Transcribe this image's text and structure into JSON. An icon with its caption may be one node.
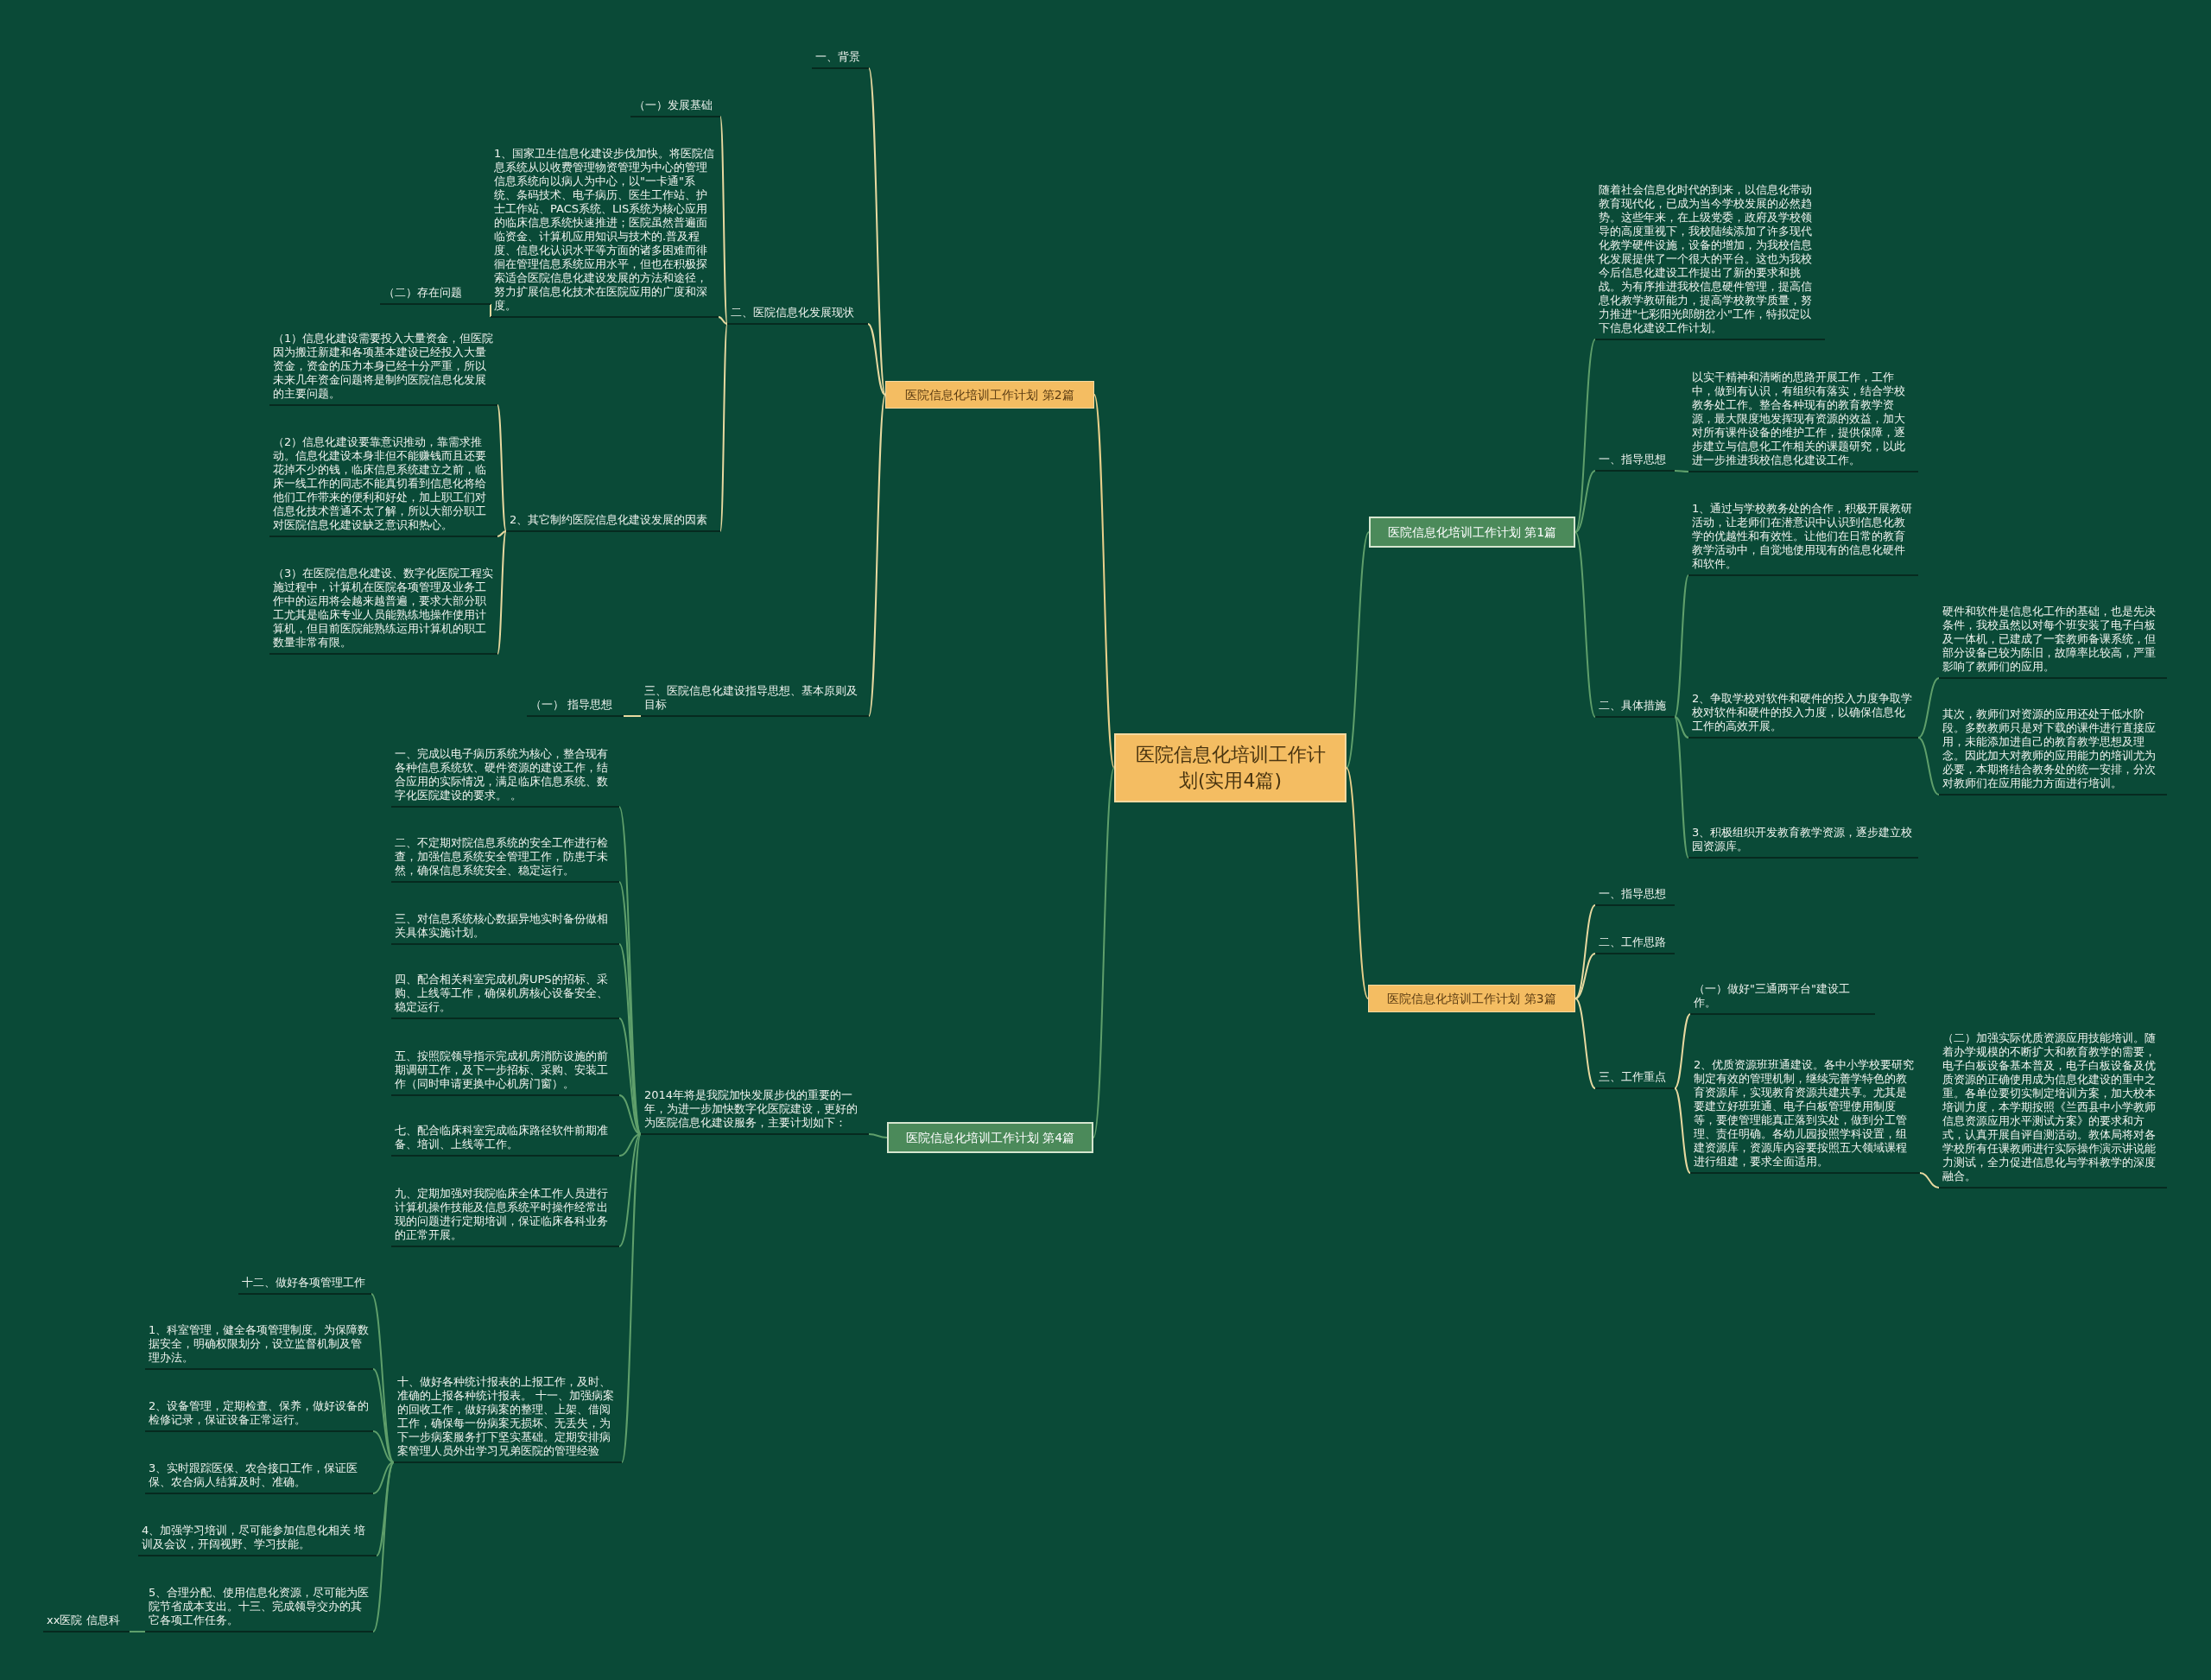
{
  "diagram": {
    "nodes": [
      {
        "text": [
          "医院信息化培训工作计划(实用4篇)"
        ]
      },
      {
        "text": [
          "医院信息化培训工作计划 第2篇"
        ]
      },
      {
        "text": [
          "一、背景"
        ]
      },
      {
        "text": [
          "二、医院信息化发展现状"
        ]
      },
      {
        "text": [
          "（一）发展基础"
        ]
      },
      {
        "text": [
          "1、国家卫生信息化建设步伐加快。将医院信息系统从以收费管理物资管理为中心的管理信息系统向以病人为中心，以\"一卡通\"系统、条码技术、电子病历、医生工作站、护士工作站、PACS系统、LIS系统为核心应用的临床信息系统快速推进；医院虽然普遍面临资金、计算机应用知识与技术的.普及程度、信息化认识水平等方面的诸多困难而徘徊在管理信息系统应用水平，但也在积极探索适合医院信息化建设发展的方法和途径，努力扩展信息化技术在医院应用的广度和深度。"
        ]
      },
      {
        "text": [
          "（二）存在问题"
        ]
      },
      {
        "text": [
          "2、其它制约医院信息化建设发展的因素"
        ]
      },
      {
        "text": [
          "（1）信息化建设需要投入大量资金，但医院因为搬迁新建和各项基本建设已经投入大量资金，资金的压力本身已经十分严重，所以未来几年资金问题将是制约医院信息化发展的主要问题。"
        ]
      },
      {
        "text": [
          "（2）信息化建设要靠意识推动，靠需求推动。信息化建设本身非但不能赚钱而且还要花掉不少的钱，临床信息系统建立之前，临床一线工作的同志不能真切看到信息化将给他们工作带来的便利和好处，加上职工们对信息化技术普通不太了解，所以大部分职工对医院信息化建设缺乏意识和热心。"
        ]
      },
      {
        "text": [
          "（3）在医院信息化建设、数字化医院工程实施过程中，计算机在医院各项管理及业务工作中的运用将会越来越普遍，要求大部分职工尤其是临床专业人员能熟练地操作使用计算机，但目前医院能熟练运用计算机的职工数量非常有限。"
        ]
      },
      {
        "text": [
          "三、医院信息化建设指导思想、基本原则及目标"
        ]
      },
      {
        "text": [
          "（一） 指导思想"
        ]
      },
      {
        "text": [
          "医院信息化培训工作计划 第4篇"
        ]
      },
      {
        "text": [
          "2014年将是我院加快发展步伐的重要的一年，为进一步加快数字化医院建设，更好的为医院信息化建设服务，主要计划如下："
        ]
      },
      {
        "text": [
          "一、完成以电子病历系统为核心，整合现有各种信息系统软、硬件资源的建设工作，结合应用的实际情况，满足临床信息系统、数字化医院建设的要求。 。"
        ]
      },
      {
        "text": [
          "二、不定期对院信息系统的安全工作进行检查，加强信息系统安全管理工作，防患于未然，确保信息系统安全、稳定运行。"
        ]
      },
      {
        "text": [
          "三、对信息系统核心数据异地实时备份做相关具体实施计划。"
        ]
      },
      {
        "text": [
          "四、配合相关科室完成机房UPS的招标、采购、上线等工作，确保机房核心设备安全、稳定运行。"
        ]
      },
      {
        "text": [
          "五、按照院领导指示完成机房消防设施的前期调研工作，及下一步招标、采购、安装工作（同时申请更换中心机房门窗）。"
        ]
      },
      {
        "text": [
          "七、配合临床科室完成临床路径软件前期准备、培训、上线等工作。"
        ]
      },
      {
        "text": [
          "九、定期加强对我院临床全体工作人员进行计算机操作技能及信息系统平时操作经常出现的问题进行定期培训，保证临床各科业务的正常开展。"
        ]
      },
      {
        "text": [
          "十、做好各种统计报表的上报工作，及时、准确的上报各种统计报表。 十一、加强病案的回收工作，做好病案的整理、上架、借阅工作，确保每一份病案无损坏、无丢失，为下一步病案服务打下坚实基础。定期安排病案管理人员外出学习兄弟医院的管理经验"
        ]
      },
      {
        "text": [
          "十二、做好各项管理工作"
        ]
      },
      {
        "text": [
          "1、科室管理，健全各项管理制度。为保障数据安全，明确权限划分，设立监督机制及管理办法。"
        ]
      },
      {
        "text": [
          "2、设备管理，定期检查、保养，做好设备的检修记录，保证设备正常运行。"
        ]
      },
      {
        "text": [
          "3、实时跟踪医保、农合接口工作，保证医保、农合病人结算及时、准确。"
        ]
      },
      {
        "text": [
          "4、加强学习培训，尽可能参加信息化相关 培训及会议，开阔视野、学习技能。"
        ]
      },
      {
        "text": [
          "5、合理分配、使用信息化资源，尽可能为医院节省成本支出。十三、完成领导交办的其它各项工作任务。"
        ]
      },
      {
        "text": [
          "xx医院 信息科"
        ]
      },
      {
        "text": [
          "医院信息化培训工作计划 第1篇"
        ]
      },
      {
        "text": [
          "随着社会信息化时代的到来，以信息化带动教育现代化，已成为当今学校发展的必然趋势。这些年来，在上级党委，政府及学校领导的高度重视下，我校陆续添加了许多现代化教学硬件设施，设备的增加，为我校信息化发展提供了一个很大的平台。这也为我校今后信息化建设工作提出了新的要求和挑战。为有序推进我校信息硬件管理，提高信息化教学教研能力，提高学校教学质量，努力推进\"七彩阳光郎朗岔小\"工作，特拟定以下信息化建设工作计划。"
        ]
      },
      {
        "text": [
          "一、指导思想"
        ]
      },
      {
        "text": [
          "以实干精神和清晰的思路开展工作，工作中，做到有认识，有组织有落实，结合学校教务处工作。整合各种现有的教育教学资源，最大限度地发挥现有资源的效益，加大对所有课件设备的维护工作，提供保障，逐步建立与信息化工作相关的课题研究，以此进一步推进我校信息化建设工作。"
        ]
      },
      {
        "text": [
          "二、具体措施"
        ]
      },
      {
        "text": [
          "1、通过与学校教务处的合作，积极开展教研活动，让老师们在潜意识中认识到信息化教学的优越性和有效性。让他们在日常的教育教学活动中，自觉地使用现有的信息化硬件和软件。"
        ]
      },
      {
        "text": [
          "2、争取学校对软件和硬件的投入力度争取学校对软件和硬件的投入力度，以确保信息化工作的高效开展。"
        ]
      },
      {
        "text": [
          "硬件和软件是信息化工作的基础，也是先决条件，我校虽然以对每个班安装了电子白板及一体机，已建成了一套教师备课系统，但部分设备已较为陈旧，故障率比较高，严重影响了教师们的应用。"
        ]
      },
      {
        "text": [
          "其次，教师们对资源的应用还处于低水阶段。多数教师只是对下载的课件进行直接应用，未能添加进自己的教育教学思想及理念。因此加大对教师的应用能力的培训尤为必要，本期将结合教务处的统一安排，分次对教师们在应用能力方面进行培训。"
        ]
      },
      {
        "text": [
          "3、积极组织开发教育教学资源，逐步建立校园资源库。"
        ]
      },
      {
        "text": [
          "医院信息化培训工作计划 第3篇"
        ]
      },
      {
        "text": [
          "一、指导思想"
        ]
      },
      {
        "text": [
          "二、工作思路"
        ]
      },
      {
        "text": [
          "三、工作重点"
        ]
      },
      {
        "text": [
          "（一）做好\"三通两平台\"建设工作。"
        ]
      },
      {
        "text": [
          "2、优质资源班班通建设。各中小学校要研究制定有效的管理机制，继续完善学特色的教育资源库，实现教育资源共建共享。尤其是要建立好班班通、电子白板管理使用制度等，要使管理能真正落到实处，做到分工管理、责任明确。各幼儿园按照学科设置，组建资源库，资源库内容要按照五大领域课程进行组建，要求全面适用。"
        ]
      },
      {
        "text": [
          "（二）加强实际优质资源应用技能培训。随着办学规模的不断扩大和教育教学的需要，电子白板设备基本普及，电子白板设备及优质资源的正确使用成为信息化建设的重中之重。各单位要切实制定培训方案，加大校本培训力度，本学期按照《兰西县中小学教师信息资源应用水平测试方案》的要求和方式，认真开展自评自测活动。教体局将对各学校所有任课教师进行实际操作演示讲说能力测试，全力促进信息化与学科教学的深度融合。"
        ]
      }
    ],
    "edges": [
      {
        "from": 0,
        "to": 1,
        "arrow": "none",
        "color": "#e8cf8a"
      },
      {
        "from": 1,
        "to": 2,
        "arrow": "none",
        "color": "#e8d9a0"
      },
      {
        "from": 1,
        "to": 3,
        "arrow": "none",
        "color": "#e8d9a0"
      },
      {
        "from": 3,
        "to": 4,
        "arrow": "none",
        "color": "#e8d9a0"
      },
      {
        "from": 3,
        "to": 5,
        "arrow": "none",
        "color": "#e8d9a0"
      },
      {
        "from": 5,
        "to": 6,
        "arrow": "none",
        "color": "#e8d9a0"
      },
      {
        "from": 3,
        "to": 7,
        "arrow": "none",
        "color": "#e8d9a0"
      },
      {
        "from": 7,
        "to": 8,
        "arrow": "none",
        "color": "#e8d9a0"
      },
      {
        "from": 7,
        "to": 9,
        "arrow": "none",
        "color": "#e8d9a0"
      },
      {
        "from": 7,
        "to": 10,
        "arrow": "none",
        "color": "#e8d9a0"
      },
      {
        "from": 1,
        "to": 11,
        "arrow": "none",
        "color": "#e8d9a0"
      },
      {
        "from": 11,
        "to": 12,
        "arrow": "none",
        "color": "#e8d9a0"
      },
      {
        "from": 0,
        "to": 13,
        "arrow": "none"
      },
      {
        "from": 13,
        "to": 14,
        "arrow": "none"
      },
      {
        "from": 14,
        "to": 15,
        "arrow": "none"
      },
      {
        "from": 14,
        "to": 16,
        "arrow": "none"
      },
      {
        "from": 14,
        "to": 17,
        "arrow": "none"
      },
      {
        "from": 14,
        "to": 18,
        "arrow": "none"
      },
      {
        "from": 14,
        "to": 19,
        "arrow": "none"
      },
      {
        "from": 14,
        "to": 20,
        "arrow": "none"
      },
      {
        "from": 14,
        "to": 21,
        "arrow": "none"
      },
      {
        "from": 14,
        "to": 22,
        "arrow": "none"
      },
      {
        "from": 22,
        "to": 23,
        "arrow": "none"
      },
      {
        "from": 22,
        "to": 24,
        "arrow": "none"
      },
      {
        "from": 22,
        "to": 25,
        "arrow": "none"
      },
      {
        "from": 22,
        "to": 26,
        "arrow": "none"
      },
      {
        "from": 22,
        "to": 27,
        "arrow": "none"
      },
      {
        "from": 22,
        "to": 28,
        "arrow": "none"
      },
      {
        "from": 28,
        "to": 29,
        "arrow": "none"
      },
      {
        "from": 0,
        "to": 30,
        "arrow": "none"
      },
      {
        "from": 30,
        "to": 31,
        "arrow": "none"
      },
      {
        "from": 30,
        "to": 32,
        "arrow": "none"
      },
      {
        "from": 32,
        "to": 33,
        "arrow": "none"
      },
      {
        "from": 30,
        "to": 34,
        "arrow": "none"
      },
      {
        "from": 34,
        "to": 35,
        "arrow": "none"
      },
      {
        "from": 34,
        "to": 36,
        "arrow": "none"
      },
      {
        "from": 36,
        "to": 37,
        "arrow": "none"
      },
      {
        "from": 36,
        "to": 38,
        "arrow": "none"
      },
      {
        "from": 34,
        "to": 39,
        "arrow": "none"
      },
      {
        "from": 0,
        "to": 40,
        "arrow": "none",
        "color": "#e8cf8a"
      },
      {
        "from": 40,
        "to": 41,
        "arrow": "none",
        "color": "#e8d9a0"
      },
      {
        "from": 40,
        "to": 42,
        "arrow": "none",
        "color": "#e8d9a0"
      },
      {
        "from": 40,
        "to": 43,
        "arrow": "none",
        "color": "#e8d9a0"
      },
      {
        "from": 43,
        "to": 44,
        "arrow": "none",
        "color": "#e8d9a0"
      },
      {
        "from": 43,
        "to": 45,
        "arrow": "none",
        "color": "#e8d9a0"
      },
      {
        "from": 45,
        "to": 46,
        "arrow": "none",
        "color": "#e8d9a0"
      }
    ]
  }
}
